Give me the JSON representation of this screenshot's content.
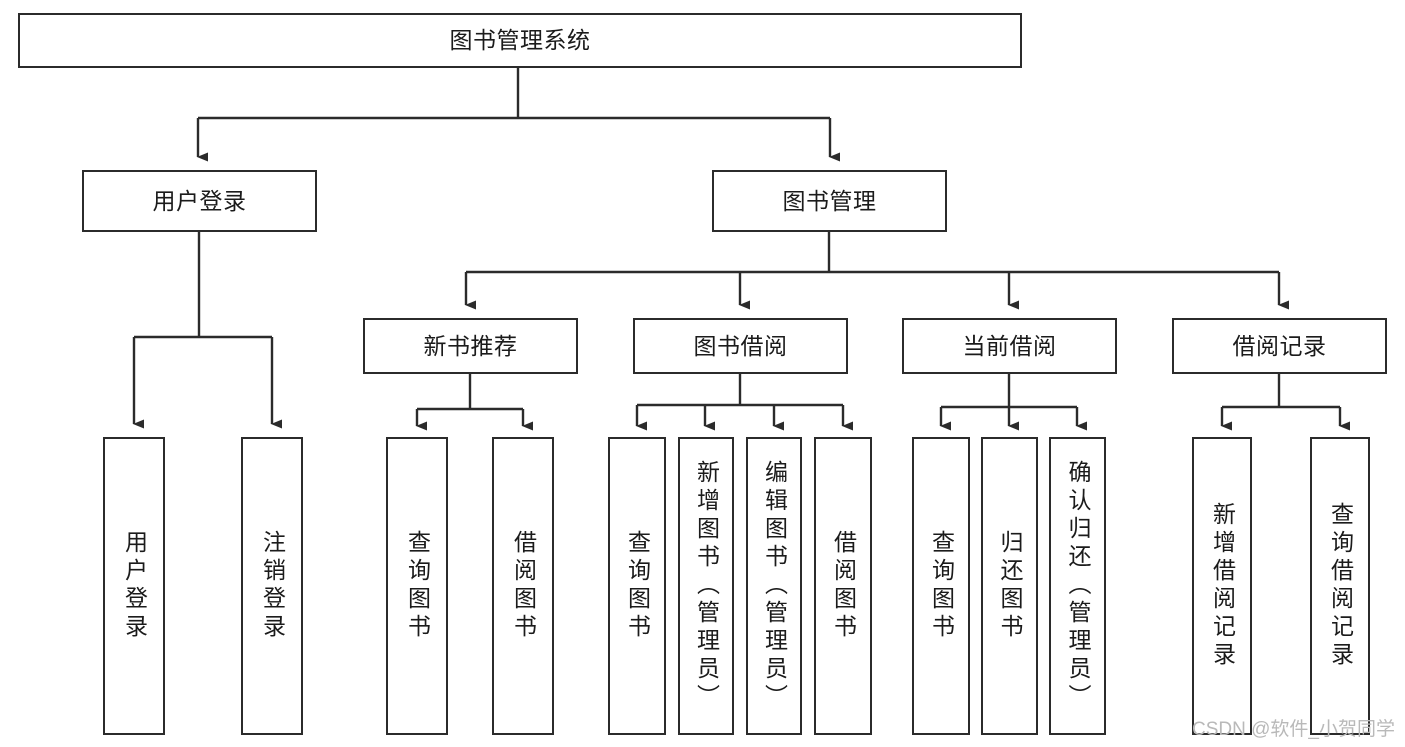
{
  "diagram": {
    "type": "tree-hierarchy",
    "title": "图书管理系统",
    "watermark": "CSDN @软件_小贺同学",
    "colors": {
      "box_border": "#2b2b2b",
      "box_fill": "#ffffff",
      "connector": "#2b2b2b",
      "text": "#1b1b1b",
      "watermark": "#b9b9b9"
    },
    "nodes": {
      "root": {
        "label": "图书管理系统",
        "level": 1,
        "orientation": "horizontal"
      },
      "user_login": {
        "label": "用户登录",
        "level": 2,
        "orientation": "horizontal"
      },
      "book_manage": {
        "label": "图书管理",
        "level": 2,
        "orientation": "horizontal"
      },
      "new_book_rec": {
        "label": "新书推荐",
        "level": 3,
        "orientation": "horizontal"
      },
      "book_borrow": {
        "label": "图书借阅",
        "level": 3,
        "orientation": "horizontal"
      },
      "current_borrow": {
        "label": "当前借阅",
        "level": 3,
        "orientation": "horizontal"
      },
      "borrow_record": {
        "label": "借阅记录",
        "level": 3,
        "orientation": "horizontal"
      },
      "leaf_user_login": {
        "label": "用户登录",
        "level": 4,
        "orientation": "vertical"
      },
      "leaf_logout": {
        "label": "注销登录",
        "level": 4,
        "orientation": "vertical"
      },
      "leaf_query_book_1": {
        "label": "查询图书",
        "level": 4,
        "orientation": "vertical"
      },
      "leaf_borrow_book_1": {
        "label": "借阅图书",
        "level": 4,
        "orientation": "vertical"
      },
      "leaf_query_book_2": {
        "label": "查询图书",
        "level": 4,
        "orientation": "vertical"
      },
      "leaf_add_book": {
        "label": "新增图书（管理员）",
        "level": 4,
        "orientation": "vertical"
      },
      "leaf_edit_book": {
        "label": "编辑图书（管理员）",
        "level": 4,
        "orientation": "vertical"
      },
      "leaf_borrow_book_2": {
        "label": "借阅图书",
        "level": 4,
        "orientation": "vertical"
      },
      "leaf_query_book_3": {
        "label": "查询图书",
        "level": 4,
        "orientation": "vertical"
      },
      "leaf_return_book": {
        "label": "归还图书",
        "level": 4,
        "orientation": "vertical"
      },
      "leaf_confirm_return": {
        "label": "确认归还（管理员）",
        "level": 4,
        "orientation": "vertical"
      },
      "leaf_add_record": {
        "label": "新增借阅记录",
        "level": 4,
        "orientation": "vertical"
      },
      "leaf_query_record": {
        "label": "查询借阅记录",
        "level": 4,
        "orientation": "vertical"
      }
    },
    "edges": [
      {
        "from": "root",
        "to": "user_login"
      },
      {
        "from": "root",
        "to": "book_manage"
      },
      {
        "from": "user_login",
        "to": "leaf_user_login"
      },
      {
        "from": "user_login",
        "to": "leaf_logout"
      },
      {
        "from": "book_manage",
        "to": "new_book_rec"
      },
      {
        "from": "book_manage",
        "to": "book_borrow"
      },
      {
        "from": "book_manage",
        "to": "current_borrow"
      },
      {
        "from": "book_manage",
        "to": "borrow_record"
      },
      {
        "from": "new_book_rec",
        "to": "leaf_query_book_1"
      },
      {
        "from": "new_book_rec",
        "to": "leaf_borrow_book_1"
      },
      {
        "from": "book_borrow",
        "to": "leaf_query_book_2"
      },
      {
        "from": "book_borrow",
        "to": "leaf_add_book"
      },
      {
        "from": "book_borrow",
        "to": "leaf_edit_book"
      },
      {
        "from": "book_borrow",
        "to": "leaf_borrow_book_2"
      },
      {
        "from": "current_borrow",
        "to": "leaf_query_book_3"
      },
      {
        "from": "current_borrow",
        "to": "leaf_return_book"
      },
      {
        "from": "current_borrow",
        "to": "leaf_confirm_return"
      },
      {
        "from": "borrow_record",
        "to": "leaf_add_record"
      },
      {
        "from": "borrow_record",
        "to": "leaf_query_record"
      }
    ]
  }
}
